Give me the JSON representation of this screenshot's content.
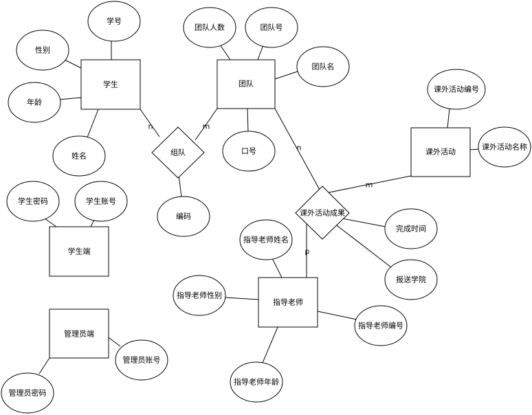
{
  "entities": {
    "student": "学生",
    "team": "团队",
    "activity": "课外活动",
    "student_end": "学生端",
    "admin_end": "管理员端",
    "teacher": "指导老师"
  },
  "relationships": {
    "group": "组队",
    "result": "课外活动成果"
  },
  "attributes": {
    "student_no": "学号",
    "gender": "性别",
    "age": "年龄",
    "name": "姓名",
    "team_count": "团队人数",
    "team_no": "团队号",
    "team_name": "团队名",
    "slogan": "口号",
    "code": "编码",
    "activity_no": "课外活动编号",
    "activity_name": "课外活动名称",
    "student_pwd": "学生密码",
    "student_acct": "学生账号",
    "done_time": "完成时间",
    "report_college": "报送学院",
    "teacher_name": "指导老师姓名",
    "teacher_gender": "指导老师性别",
    "teacher_no": "指导老师编号",
    "teacher_age": "指导老师年龄",
    "admin_acct": "管理员账号",
    "admin_pwd": "管理员密码"
  },
  "cardinalities": {
    "student_group": "n",
    "team_group": "m",
    "team_result": "n",
    "activity_result": "m",
    "teacher_result": "p"
  }
}
